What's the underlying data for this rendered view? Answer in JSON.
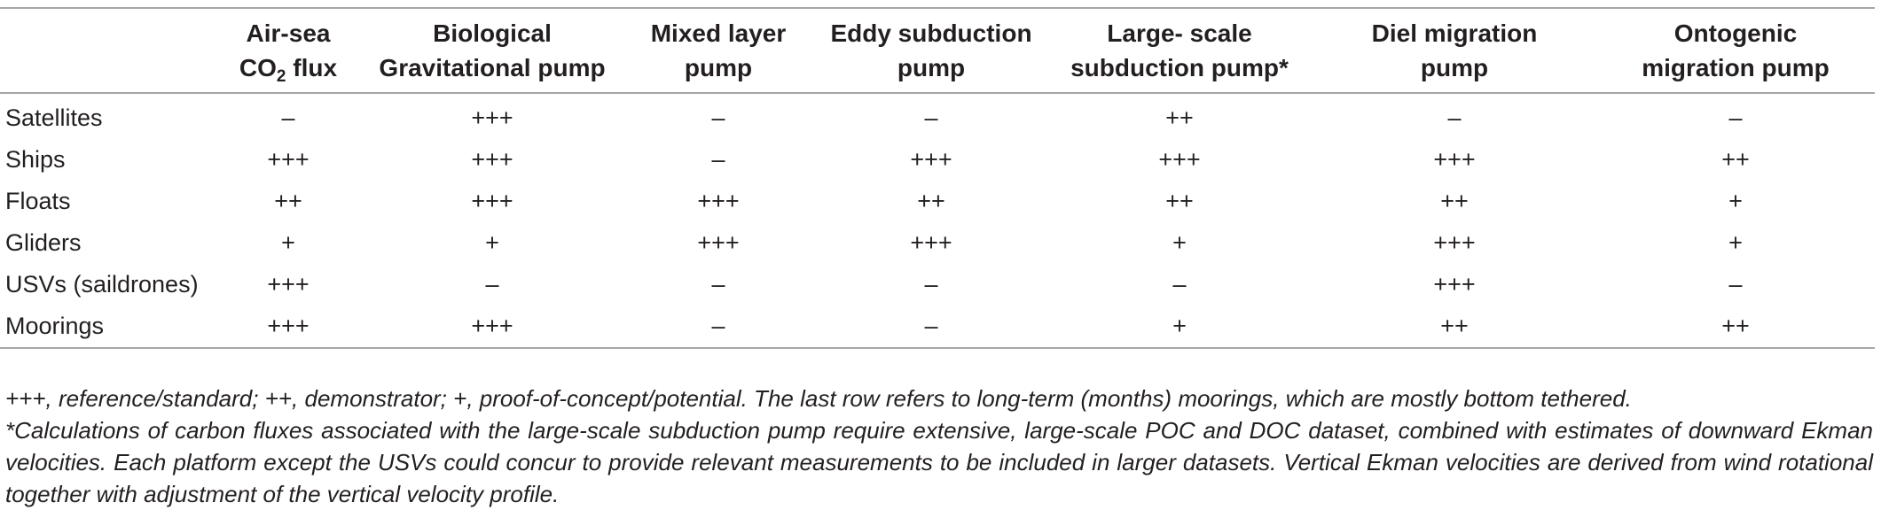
{
  "table": {
    "columns": [
      {
        "pre": "",
        "line2": "",
        "sub": "",
        "post": ""
      },
      {
        "pre": "Air-sea",
        "line2": "CO",
        "sub": "2",
        "post": " flux"
      },
      {
        "pre": "Biological",
        "line2": "Gravitational pump",
        "sub": "",
        "post": ""
      },
      {
        "pre": "Mixed layer",
        "line2": "pump",
        "sub": "",
        "post": ""
      },
      {
        "pre": "Eddy subduction",
        "line2": "pump",
        "sub": "",
        "post": ""
      },
      {
        "pre": "Large- scale",
        "line2": "subduction pump*",
        "sub": "",
        "post": ""
      },
      {
        "pre": "Diel migration",
        "line2": "pump",
        "sub": "",
        "post": ""
      },
      {
        "pre": "Ontogenic",
        "line2": "migration pump",
        "sub": "",
        "post": ""
      }
    ],
    "rows": [
      {
        "label": "Satellites",
        "cells": [
          "–",
          "+++",
          "–",
          "–",
          "++",
          "–",
          "–"
        ]
      },
      {
        "label": "Ships",
        "cells": [
          "+++",
          "+++",
          "–",
          "+++",
          "+++",
          "+++",
          "++"
        ]
      },
      {
        "label": "Floats",
        "cells": [
          "++",
          "+++",
          "+++",
          "++",
          "++",
          "++",
          "+"
        ]
      },
      {
        "label": "Gliders",
        "cells": [
          "+",
          "+",
          "+++",
          "+++",
          "+",
          "+++",
          "+"
        ]
      },
      {
        "label": "USVs (saildrones)",
        "cells": [
          "+++",
          "–",
          "–",
          "–",
          "–",
          "+++",
          "–"
        ]
      },
      {
        "label": "Moorings",
        "cells": [
          "+++",
          "+++",
          "–",
          "–",
          "+",
          "++",
          "++"
        ]
      }
    ]
  },
  "footnotes": {
    "legend": "+++, reference/standard; ++, demonstrator; +, proof-of-concept/potential. The last row refers to long-term (months) moorings, which are mostly bottom tethered.",
    "asterisk": "*Calculations of carbon fluxes associated with the large-scale subduction pump require extensive, large-scale POC and DOC dataset, combined with estimates of downward Ekman velocities. Each platform except the USVs could concur to provide relevant measurements to be included in larger datasets. Vertical Ekman velocities are derived from wind rotational together with adjustment of the vertical velocity profile."
  }
}
